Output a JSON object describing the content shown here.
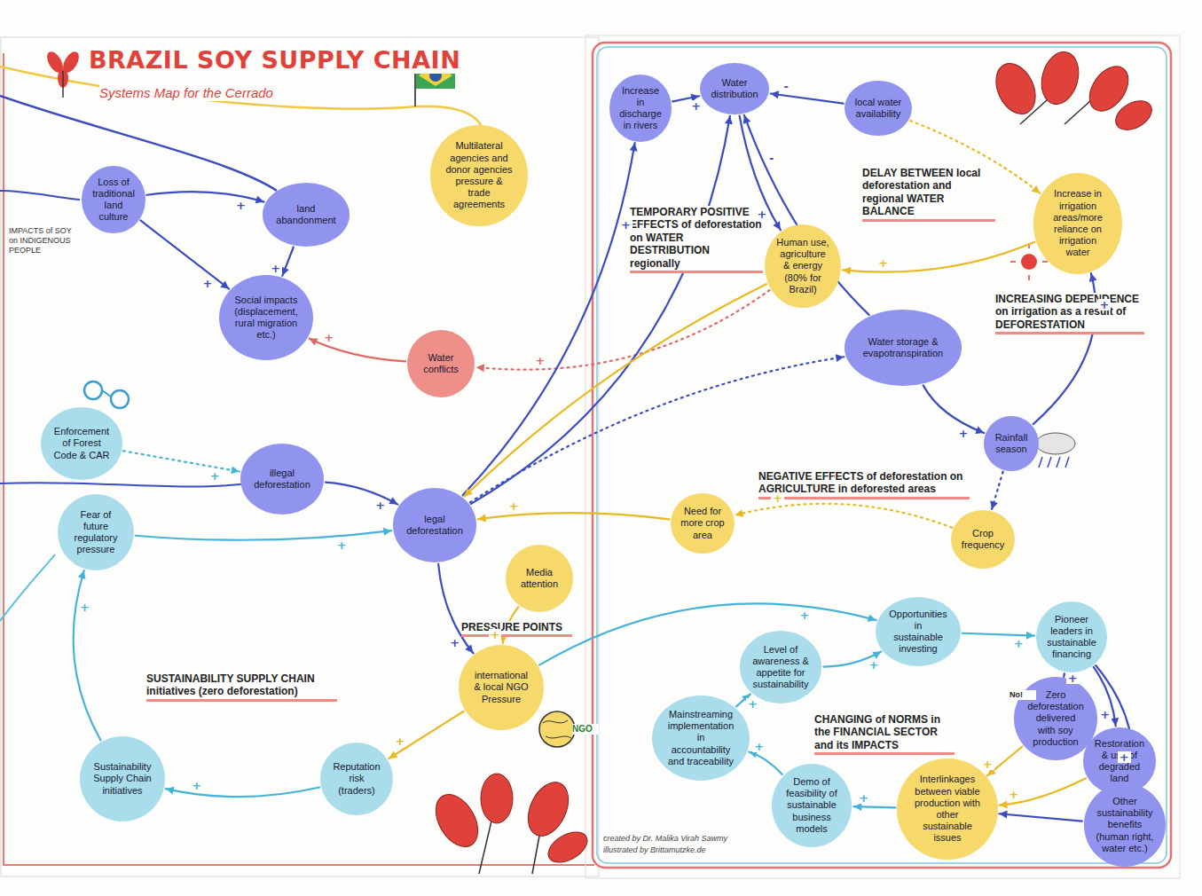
{
  "diagram": {
    "title": "BRAZIL SOY SUPPLY CHAIN",
    "nodes": [
      {
        "text": [
          "Multilateral agencies and donor agencies pressure & trade agreements"
        ]
      },
      {
        "text": [
          "Loss of traditional land culture"
        ]
      },
      {
        "text": [
          "land abandonment"
        ]
      },
      {
        "text": [
          "Social impacts (displacement, rural migration etc.)"
        ]
      },
      {
        "text": [
          "Water conflicts"
        ]
      },
      {
        "text": [
          "Enforcement of Forest Code & CAR"
        ]
      },
      {
        "text": [
          "illegal deforestation"
        ]
      },
      {
        "text": [
          "legal deforestation"
        ]
      },
      {
        "text": [
          "Fear of future regulatory pressure"
        ]
      },
      {
        "text": [
          "Media attention"
        ]
      },
      {
        "text": [
          "international & local NGO Pressure"
        ]
      },
      {
        "text": [
          "Reputation risk (traders)"
        ]
      },
      {
        "text": [
          "Sustainability Supply Chain initiatives"
        ]
      },
      {
        "text": [
          "Increase in discharge in rivers"
        ]
      },
      {
        "text": [
          "Water distribution"
        ]
      },
      {
        "text": [
          "local water availability"
        ]
      },
      {
        "text": [
          "Increase in irrigation areas/more reliance on irrigation water"
        ]
      },
      {
        "text": [
          "Human use, agriculture & energy (80% for Brazil)"
        ]
      },
      {
        "text": [
          "Water storage & evapotranspiration"
        ]
      },
      {
        "text": [
          "Rainfall season"
        ]
      },
      {
        "text": [
          "Need for more crop area"
        ]
      },
      {
        "text": [
          "Crop frequency"
        ]
      },
      {
        "text": [
          "Opportunities in sustainable investing"
        ]
      },
      {
        "text": [
          "Pioneer leaders in sustainable financing"
        ]
      },
      {
        "text": [
          "Level of awareness & appetite for sustainability"
        ]
      },
      {
        "text": [
          "Zero deforestation delivered with soy production"
        ]
      },
      {
        "text": [
          "Mainstreaming implementation in accountability and traceability"
        ]
      },
      {
        "text": [
          "Restoration & use of degraded land"
        ]
      },
      {
        "text": [
          "Interlinkages between viable production with other sustainable issues"
        ]
      },
      {
        "text": [
          "Demo of feasibility of sustainable business models"
        ]
      },
      {
        "text": [
          "Other sustainability benefits (human right, water etc.)"
        ]
      }
    ],
    "edges": [
      {
        "from": 1,
        "to": 3,
        "label": "+",
        "arrow": "to"
      },
      {
        "from": 1,
        "to": 2,
        "label": "+",
        "arrow": "to"
      },
      {
        "from": 2,
        "to": 3,
        "label": "+",
        "arrow": "to"
      },
      {
        "from": 4,
        "to": 3,
        "label": "+",
        "arrow": "to"
      },
      {
        "from": 17,
        "to": 4,
        "label": "+",
        "arrow": "to"
      },
      {
        "from": 5,
        "to": 6,
        "label": "+",
        "arrow": "to"
      },
      {
        "from": 6,
        "to": 7,
        "label": "+",
        "arrow": "to"
      },
      {
        "from": 8,
        "to": 7,
        "label": "+",
        "arrow": "to"
      },
      {
        "from": 7,
        "to": 13,
        "label": "+",
        "arrow": "to"
      },
      {
        "from": 7,
        "to": 14,
        "arrow": "to"
      },
      {
        "from": 7,
        "to": 18,
        "arrow": "to"
      },
      {
        "from": 20,
        "to": 7,
        "label": "+",
        "arrow": "to"
      },
      {
        "from": 17,
        "to": 7,
        "arrow": "to"
      },
      {
        "from": 7,
        "to": 10,
        "label": "+",
        "arrow": "to"
      },
      {
        "from": 9,
        "to": 10,
        "label": "+",
        "arrow": "to"
      },
      {
        "from": 10,
        "to": 11,
        "label": "+",
        "arrow": "to"
      },
      {
        "from": 11,
        "to": 12,
        "label": "+",
        "arrow": "to"
      },
      {
        "from": 12,
        "to": 8,
        "label": "+",
        "arrow": "to"
      },
      {
        "from": 10,
        "to": 22,
        "label": "+",
        "arrow": "to"
      },
      {
        "from": 13,
        "to": 14,
        "label": "+",
        "arrow": "to"
      },
      {
        "from": 14,
        "to": 17,
        "label": "+",
        "arrow": "to"
      },
      {
        "from": 15,
        "to": 14,
        "label": "-",
        "arrow": "to"
      },
      {
        "from": 18,
        "to": 14,
        "label": "-",
        "arrow": "to"
      },
      {
        "from": 18,
        "to": 19,
        "label": "+",
        "arrow": "to"
      },
      {
        "from": 19,
        "to": 21,
        "arrow": "to"
      },
      {
        "from": 21,
        "to": 20,
        "label": "+",
        "arrow": "to"
      },
      {
        "from": 19,
        "to": 16,
        "label": "+",
        "arrow": "to"
      },
      {
        "from": 15,
        "to": 16,
        "arrow": "to"
      },
      {
        "from": 16,
        "to": 17,
        "label": "+",
        "arrow": "to"
      },
      {
        "from": 22,
        "to": 23,
        "label": "+",
        "arrow": "to"
      },
      {
        "from": 23,
        "to": 25,
        "label": "+",
        "arrow": "to"
      },
      {
        "from": 23,
        "to": 27,
        "label": "+",
        "arrow": "to"
      },
      {
        "from": 23,
        "to": 30,
        "label": "+",
        "arrow": "to"
      },
      {
        "from": 25,
        "to": 28,
        "label": "+",
        "arrow": "to"
      },
      {
        "from": 27,
        "to": 28,
        "label": "+",
        "arrow": "to"
      },
      {
        "from": 30,
        "to": 28,
        "arrow": "to"
      },
      {
        "from": 28,
        "to": 29,
        "label": "+",
        "arrow": "to"
      },
      {
        "from": 29,
        "to": 26,
        "label": "+",
        "arrow": "to"
      },
      {
        "from": 26,
        "to": 24,
        "label": "+",
        "arrow": "to"
      },
      {
        "from": 24,
        "to": 22,
        "label": "+",
        "arrow": "to"
      }
    ],
    "labels": [
      "Systems Map for the Cerrado",
      "IMPACTS of SOY on INDIGENOUS PEOPLE",
      "TEMPORARY POSITIVE EFFECTS of deforestation on WATER DESTRIBUTION regionally",
      "DELAY BETWEEN local deforestation and regional WATER BALANCE",
      "INCREASING DEPENDENCE on irrigation as a result of DEFORESTATION",
      "NEGATIVE EFFECTS of deforestation on AGRICULTURE in deforested areas",
      "PRESSURE POINTS",
      "SUSTAINABILITY SUPPLY CHAIN initiatives (zero deforestation)",
      "CHANGING of NORMS in the FINANCIAL SECTOR and its IMPACTS",
      "No!",
      "NGO",
      "created by Dr. Malika Virah Sawmy",
      "illustrated by Brittamutzke.de"
    ]
  }
}
